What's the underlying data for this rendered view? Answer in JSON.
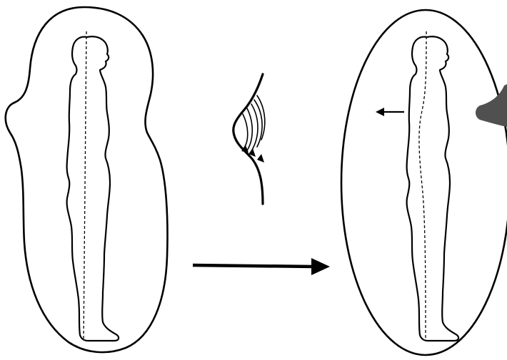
{
  "diagram": {
    "panels": [
      {
        "id": "before",
        "aura_shape": "irregular"
      },
      {
        "id": "after",
        "aura_shape": "elliptical"
      }
    ],
    "transition": "left-to-right",
    "inset": "spinal-curve-correction",
    "colors": {
      "stroke": "#000000",
      "background": "#ffffff",
      "shaded_region": "#505050"
    }
  }
}
